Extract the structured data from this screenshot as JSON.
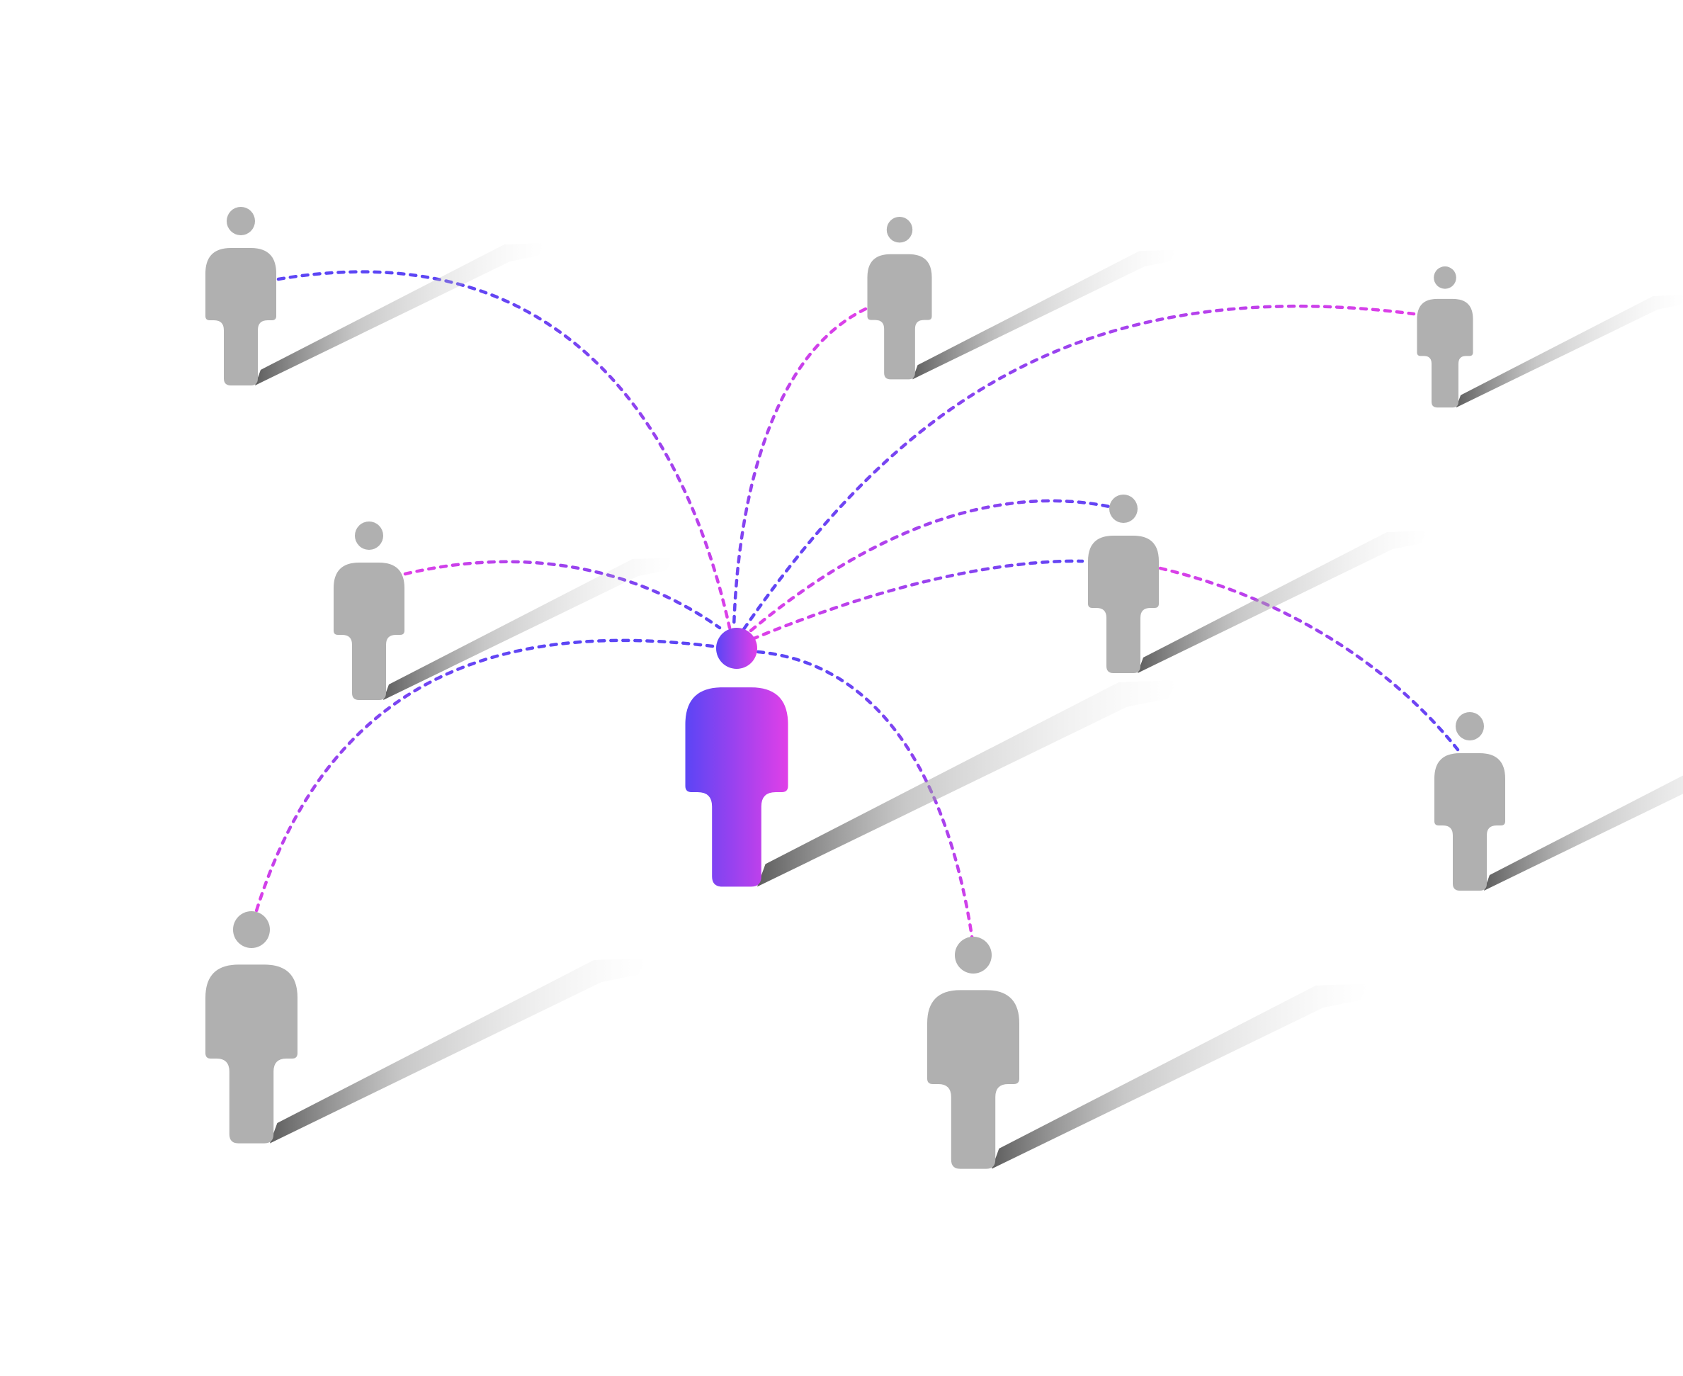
{
  "diagram": {
    "type": "people-network",
    "hub": {
      "name": "central-person",
      "style": "gradient",
      "gradient_colors": [
        "#5b45f5",
        "#e03fe8"
      ]
    },
    "peers": [
      {
        "name": "person-top-left",
        "style": "gray"
      },
      {
        "name": "person-top-center",
        "style": "gray"
      },
      {
        "name": "person-top-right",
        "style": "gray"
      },
      {
        "name": "person-middle-left",
        "style": "gray"
      },
      {
        "name": "person-middle-right",
        "style": "gray"
      },
      {
        "name": "person-right",
        "style": "gray"
      },
      {
        "name": "person-bottom-left",
        "style": "gray"
      },
      {
        "name": "person-bottom-center",
        "style": "gray"
      }
    ],
    "connections": [
      {
        "from": "central-person",
        "to": "person-top-left",
        "style": "dotted-arc"
      },
      {
        "from": "central-person",
        "to": "person-top-center",
        "style": "dotted-arc"
      },
      {
        "from": "central-person",
        "to": "person-top-right",
        "style": "dotted-arc"
      },
      {
        "from": "central-person",
        "to": "person-middle-left",
        "style": "dotted-arc"
      },
      {
        "from": "central-person",
        "to": "person-middle-right",
        "style": "dotted-arc"
      },
      {
        "from": "central-person",
        "to": "person-middle-right",
        "style": "dotted-arc"
      },
      {
        "from": "central-person",
        "to": "person-bottom-left",
        "style": "dotted-arc"
      },
      {
        "from": "central-person",
        "to": "person-bottom-center",
        "style": "dotted-arc"
      },
      {
        "from": "person-middle-right",
        "to": "person-right",
        "style": "dotted-arc"
      }
    ],
    "colors": {
      "person_gray": "#b0b0b0",
      "line_blue": "#5b45f5",
      "line_magenta": "#e03fe8",
      "shadow_dark": "#555555",
      "background": "#ffffff"
    }
  }
}
